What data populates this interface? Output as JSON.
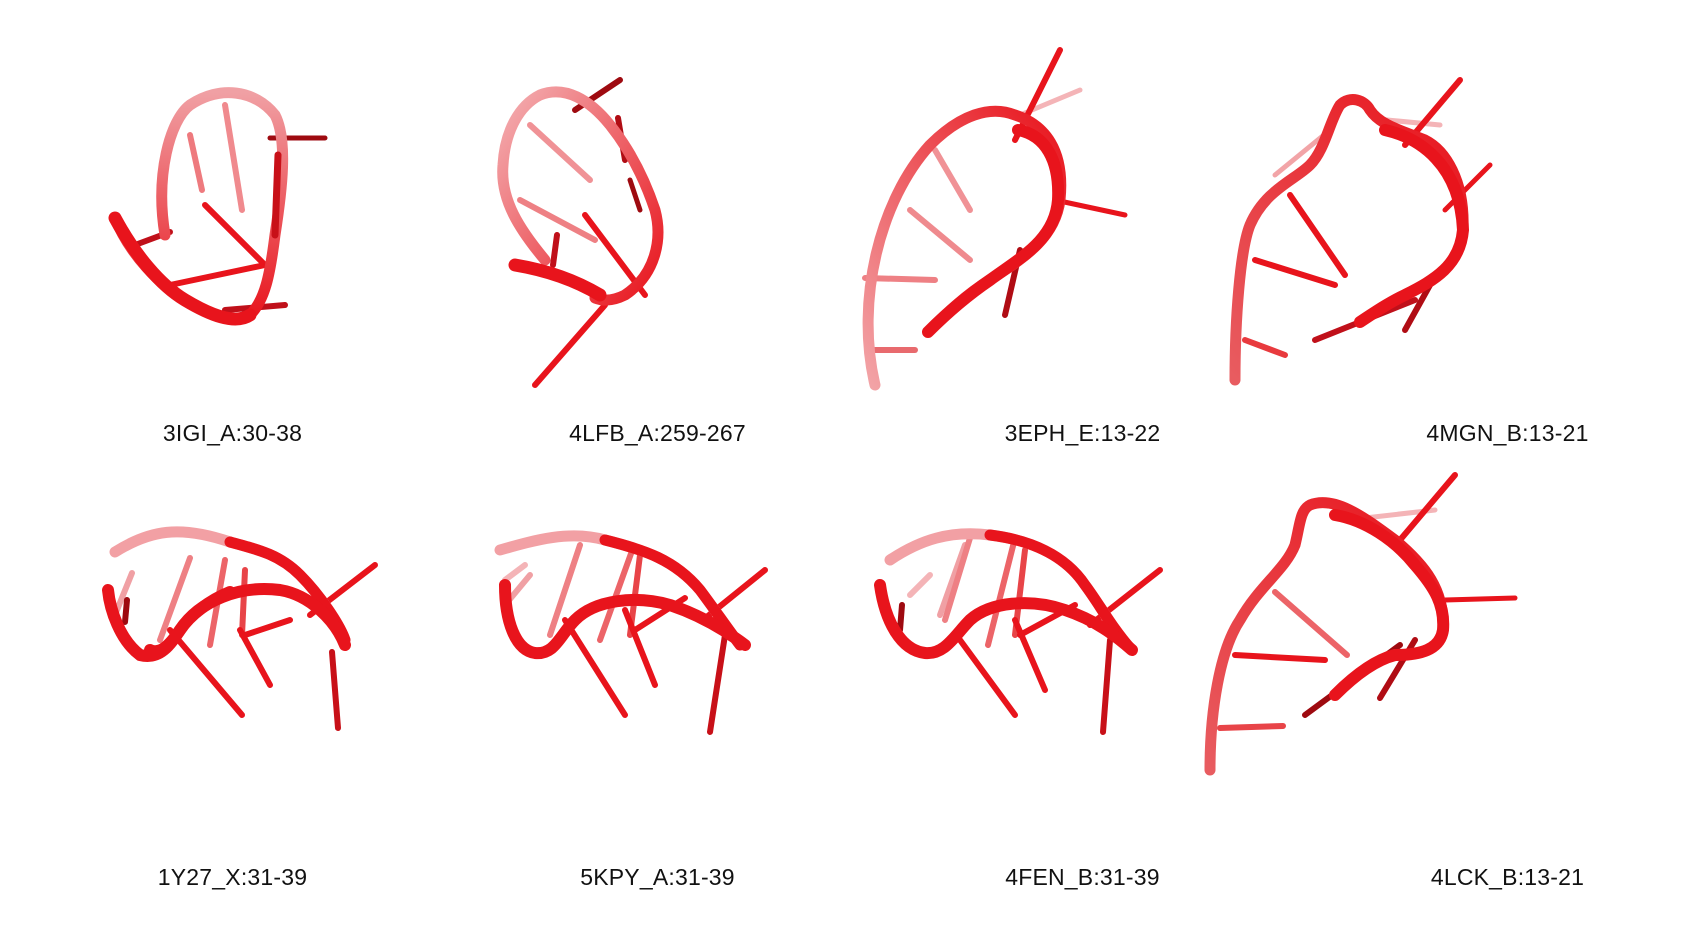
{
  "figure": {
    "accent_color": "#e8141c",
    "dark_color": "#9e0a10",
    "panels": [
      {
        "label": "3IGI_A:30-38"
      },
      {
        "label": "4LFB_A:259-267"
      },
      {
        "label": "3EPH_E:13-22"
      },
      {
        "label": "4MGN_B:13-21"
      },
      {
        "label": "1Y27_X:31-39"
      },
      {
        "label": "5KPY_A:31-39"
      },
      {
        "label": "4FEN_B:31-39"
      },
      {
        "label": "4LCK_B:13-21"
      }
    ]
  }
}
